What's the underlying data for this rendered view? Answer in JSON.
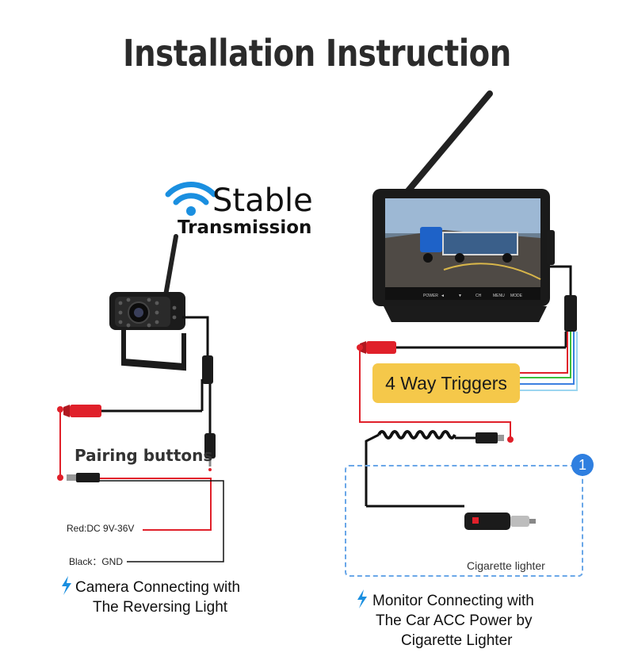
{
  "title": "Installation Instruction",
  "transmission": {
    "line1": "Stable",
    "line2": "Transmission",
    "icon": "wifi-icon"
  },
  "camera": {
    "pairing_label": "Pairing buttons",
    "red_wire_label": "Red:DC 9V-36V",
    "black_wire_label": "Black：GND",
    "caption_line1": "Camera Connecting with",
    "caption_line2": "The Reversing Light",
    "caption_icon": "lightning-icon"
  },
  "monitor": {
    "triggers_label": "4 Way Triggers",
    "cigarette_label": "Cigarette lighter",
    "badge_number": "1",
    "caption_line1": "Monitor Connecting with",
    "caption_line2": "The Car ACC Power by",
    "caption_line3": "Cigarette Lighter",
    "caption_icon": "lightning-icon",
    "screen_button_labels": [
      "POWER",
      "◄",
      "▼",
      "CH",
      "MENU",
      "MODE"
    ]
  },
  "colors": {
    "red_wire": "#e0202a",
    "black_wire": "#111111",
    "trigger_wires": [
      "#e0202a",
      "#3cbf3c",
      "#3a7fe0",
      "#9bd6f0"
    ],
    "badge": "#2f7fe0",
    "triggers_box": "#f5c84a",
    "icon_blue": "#1a8fe0"
  }
}
